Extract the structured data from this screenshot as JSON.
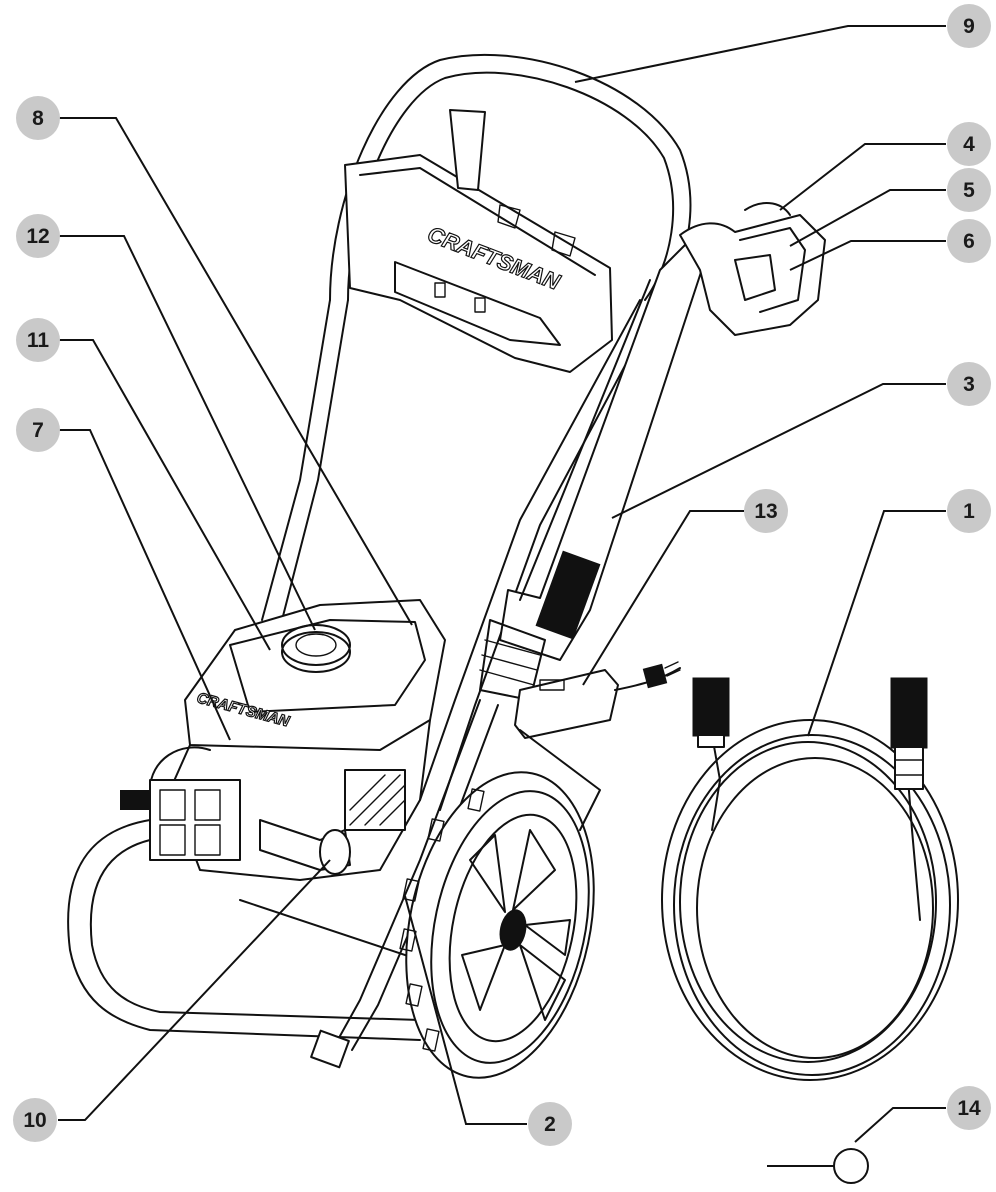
{
  "brand_text": "CRAFTSMAN",
  "callouts": [
    {
      "id": "1",
      "label": "1"
    },
    {
      "id": "2",
      "label": "2"
    },
    {
      "id": "3",
      "label": "3"
    },
    {
      "id": "4",
      "label": "4"
    },
    {
      "id": "5",
      "label": "5"
    },
    {
      "id": "6",
      "label": "6"
    },
    {
      "id": "7",
      "label": "7"
    },
    {
      "id": "8",
      "label": "8"
    },
    {
      "id": "9",
      "label": "9"
    },
    {
      "id": "10",
      "label": "10"
    },
    {
      "id": "11",
      "label": "11"
    },
    {
      "id": "12",
      "label": "12"
    },
    {
      "id": "13",
      "label": "13"
    },
    {
      "id": "14",
      "label": "14"
    }
  ],
  "colors": {
    "badge": "#c9c9c9",
    "line": "#111111",
    "background": "#ffffff"
  }
}
